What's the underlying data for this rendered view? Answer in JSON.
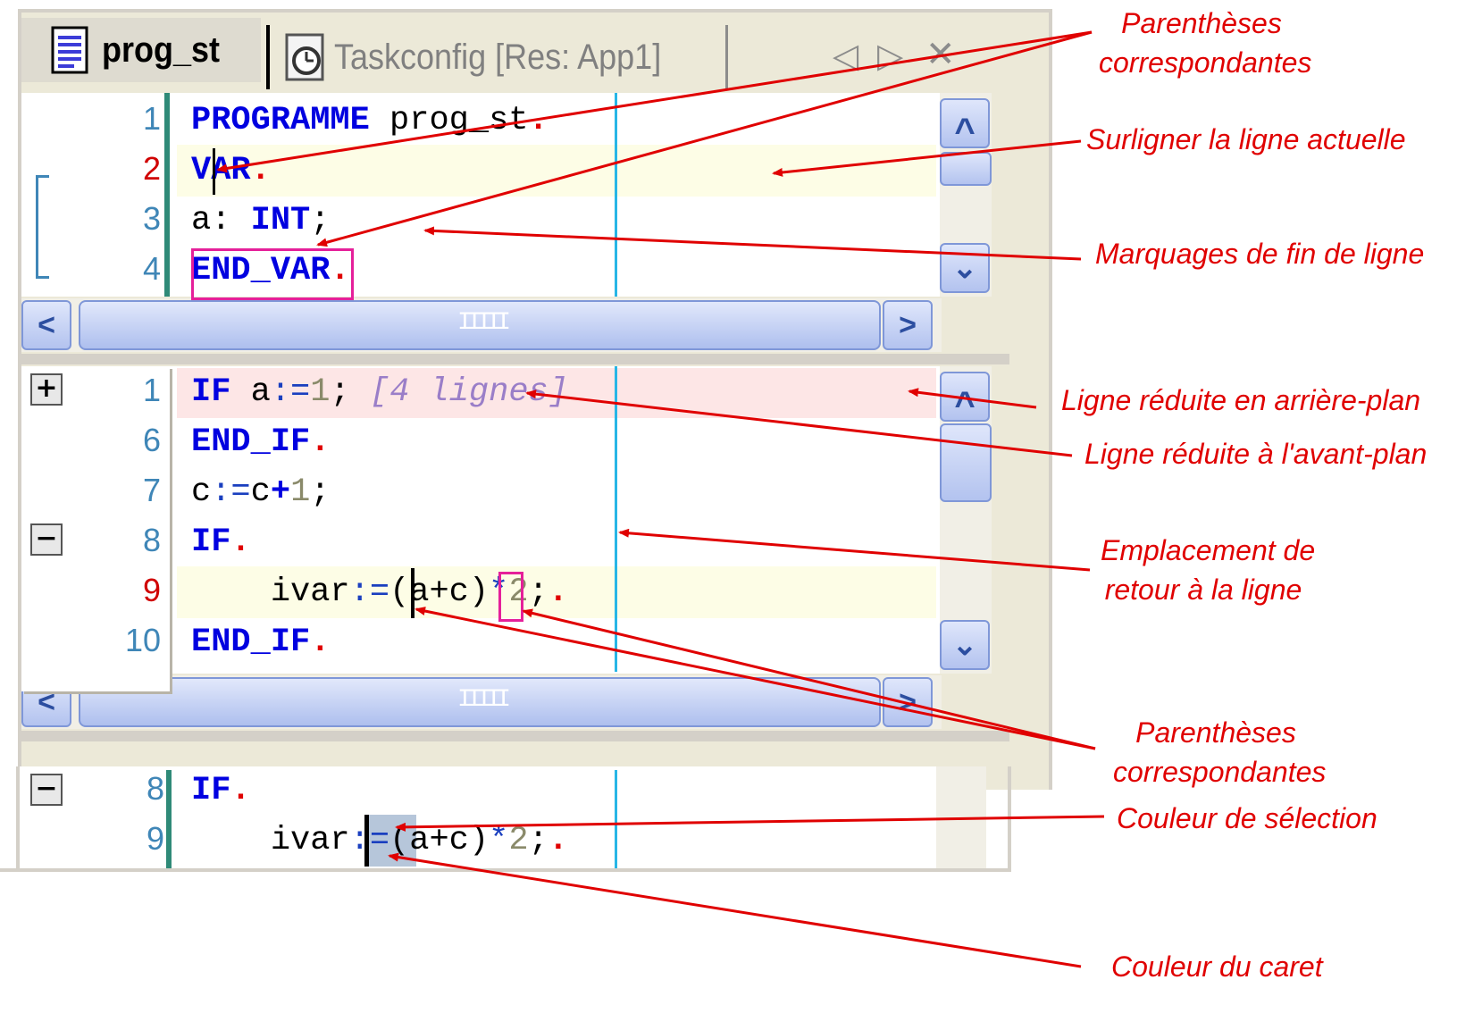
{
  "tabs": [
    {
      "label": "prog_st",
      "icon": "document-icon",
      "active": true
    },
    {
      "label": "Taskconfig [Res: App1]",
      "icon": "clock-icon",
      "active": false
    }
  ],
  "tab_controls": {
    "prev": "◁",
    "next": "▷",
    "close": "✕"
  },
  "editor_top": {
    "lines": [
      {
        "num": "1",
        "parts": [
          [
            "kw",
            "PROGRAMME"
          ],
          [
            "plain",
            " prog_st"
          ],
          [
            "dot",
            "."
          ]
        ]
      },
      {
        "num": "2",
        "current": true,
        "parts": [
          [
            "kw",
            "VAR"
          ],
          [
            "dot",
            "."
          ]
        ]
      },
      {
        "num": "3",
        "parts": [
          [
            "plain",
            "a: "
          ],
          [
            "kw",
            "INT"
          ],
          [
            "plain",
            ";"
          ]
        ]
      },
      {
        "num": "4",
        "parts": [
          [
            "kw",
            "END_VAR"
          ],
          [
            "dot",
            "."
          ]
        ]
      }
    ]
  },
  "editor_bottom": {
    "lines": [
      {
        "num": "1",
        "fold": "+",
        "parts": [
          [
            "kw",
            "IF"
          ],
          [
            "plain",
            " a"
          ],
          [
            "op",
            ":="
          ],
          [
            "num",
            "1"
          ],
          [
            "plain",
            ";"
          ],
          [
            "folded",
            " [4 lignes]"
          ]
        ]
      },
      {
        "num": "6",
        "parts": [
          [
            "kw",
            "END_IF"
          ],
          [
            "dot",
            "."
          ]
        ]
      },
      {
        "num": "7",
        "parts": [
          [
            "plain",
            "c"
          ],
          [
            "op",
            ":="
          ],
          [
            "plain",
            "c"
          ],
          [
            "kw",
            "+"
          ],
          [
            "num",
            "1"
          ],
          [
            "plain",
            ";"
          ]
        ]
      },
      {
        "num": "8",
        "fold": "−",
        "parts": [
          [
            "kw",
            "IF"
          ],
          [
            "dot",
            "."
          ]
        ]
      },
      {
        "num": "9",
        "current": true,
        "parts": [
          [
            "plain",
            "    ivar"
          ],
          [
            "op",
            ":="
          ],
          [
            "plain",
            "(a+c)"
          ],
          [
            "op",
            "*"
          ],
          [
            "num",
            "2"
          ],
          [
            "plain",
            ";"
          ],
          [
            "dot",
            "."
          ]
        ]
      },
      {
        "num": "10",
        "parts": [
          [
            "kw",
            "END_IF"
          ],
          [
            "dot",
            "."
          ]
        ]
      }
    ]
  },
  "editor_detail": {
    "lines": [
      {
        "num": "8",
        "fold": "−",
        "parts": [
          [
            "kw",
            "IF"
          ],
          [
            "dot",
            "."
          ]
        ]
      },
      {
        "num": "9",
        "parts": [
          [
            "plain",
            "    ivar"
          ],
          [
            "op",
            ":="
          ],
          [
            "plain",
            "(a+c)"
          ],
          [
            "op",
            "*"
          ],
          [
            "num",
            "2"
          ],
          [
            "plain",
            ";"
          ],
          [
            "dot",
            "."
          ]
        ]
      }
    ]
  },
  "scroll": {
    "up": "⌃",
    "down": "⌄",
    "left": "<",
    "right": ">",
    "grip": "IIIII"
  },
  "annotations": {
    "matching_parens_top": "Parenthèses\ncorrespondantes",
    "highlight_current_line": "Surligner la ligne actuelle",
    "end_of_line_marks": "Marquages de fin de ligne",
    "collapsed_background": "Ligne réduite en arrière-plan",
    "collapsed_foreground": "Ligne réduite à l'avant-plan",
    "wrap_location": "Emplacement de\nretour à la ligne",
    "matching_parens_bottom": "Parenthèses\ncorrespondantes",
    "selection_color": "Couleur de sélection",
    "caret_color": "Couleur du caret"
  },
  "colors": {
    "keyword": "#0000e0",
    "line_number": "#3f86b7",
    "current_line_number": "#d00000",
    "current_line_bg": "#fdfde6",
    "collapsed_bg": "#fde6e6",
    "wrap_line": "#27b6e6",
    "annotation": "#e00000",
    "paren_match": "#e5209a",
    "selection": "#b6c6da"
  }
}
